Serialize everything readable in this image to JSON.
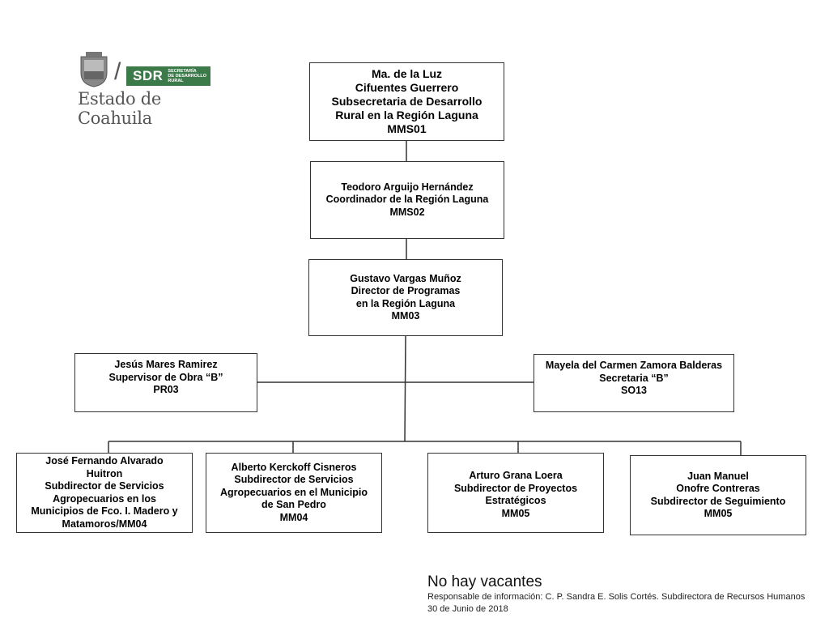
{
  "logo": {
    "sdr": "SDR",
    "sdr_subtitle": [
      "SECRETARÍA",
      "DE DESARROLLO",
      "RURAL"
    ],
    "state": "Estado de Coahuila",
    "slash": "/"
  },
  "org": {
    "subsecretaria": [
      "Ma. de la Luz",
      "Cifuentes Guerrero",
      "Subsecretaria de Desarrollo",
      "Rural en la Región Laguna",
      "MMS01"
    ],
    "coordinador": [
      "Teodoro Arguijo Hernández",
      "Coordinador de la Región Laguna",
      "MMS02"
    ],
    "director": [
      "Gustavo Vargas Muñoz",
      "Director de Programas",
      "en la Región Laguna",
      "MM03"
    ],
    "supervisor": [
      "Jesús Mares Ramirez",
      "Supervisor de Obra “B”",
      "PR03"
    ],
    "secretaria": [
      "Mayela del Carmen Zamora Balderas",
      "Secretaria “B”",
      "SO13"
    ],
    "sub1": [
      "José Fernando Alvarado",
      "Huitron",
      "Subdirector  de Servicios",
      "Agropecuarios en los",
      "Municipios de Fco. I. Madero y",
      "Matamoros/MM04"
    ],
    "sub2": [
      "Alberto Kerckoff Cisneros",
      "Subdirector de Servicios",
      "Agropecuarios en el Municipio",
      "de  San Pedro",
      "MM04"
    ],
    "sub3": [
      "Arturo Grana Loera",
      "Subdirector de Proyectos",
      "Estratégicos",
      "MM05"
    ],
    "sub4": [
      "Juan Manuel",
      "Onofre Contreras",
      "Subdirector de Seguimiento",
      "MM05"
    ]
  },
  "footer": {
    "vacantes": "No  hay vacantes",
    "responsable": "Responsable de información: C. P. Sandra E. Solis Cortés. Subdirectora de Recursos Humanos",
    "fecha": "30 de Junio de 2018"
  }
}
